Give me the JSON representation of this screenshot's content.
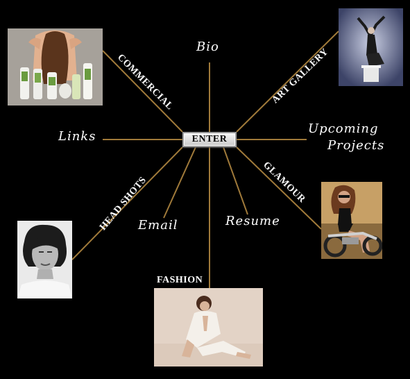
{
  "center": {
    "label": "ENTER"
  },
  "text_links": {
    "bio": "Bio",
    "links": "Links",
    "upcoming_line1": "Upcoming",
    "upcoming_line2": "Projects",
    "email": "Email",
    "resume": "Resume"
  },
  "categories": {
    "commercial": "COMMERCIAL",
    "art_gallery": "ART GALLERY",
    "glamour": "GLAMOUR",
    "head_shots": "HEAD SHOTS",
    "fashion": "FASHION"
  },
  "colors": {
    "background": "#000000",
    "spoke": "#a07a3a",
    "text": "#ffffff"
  }
}
